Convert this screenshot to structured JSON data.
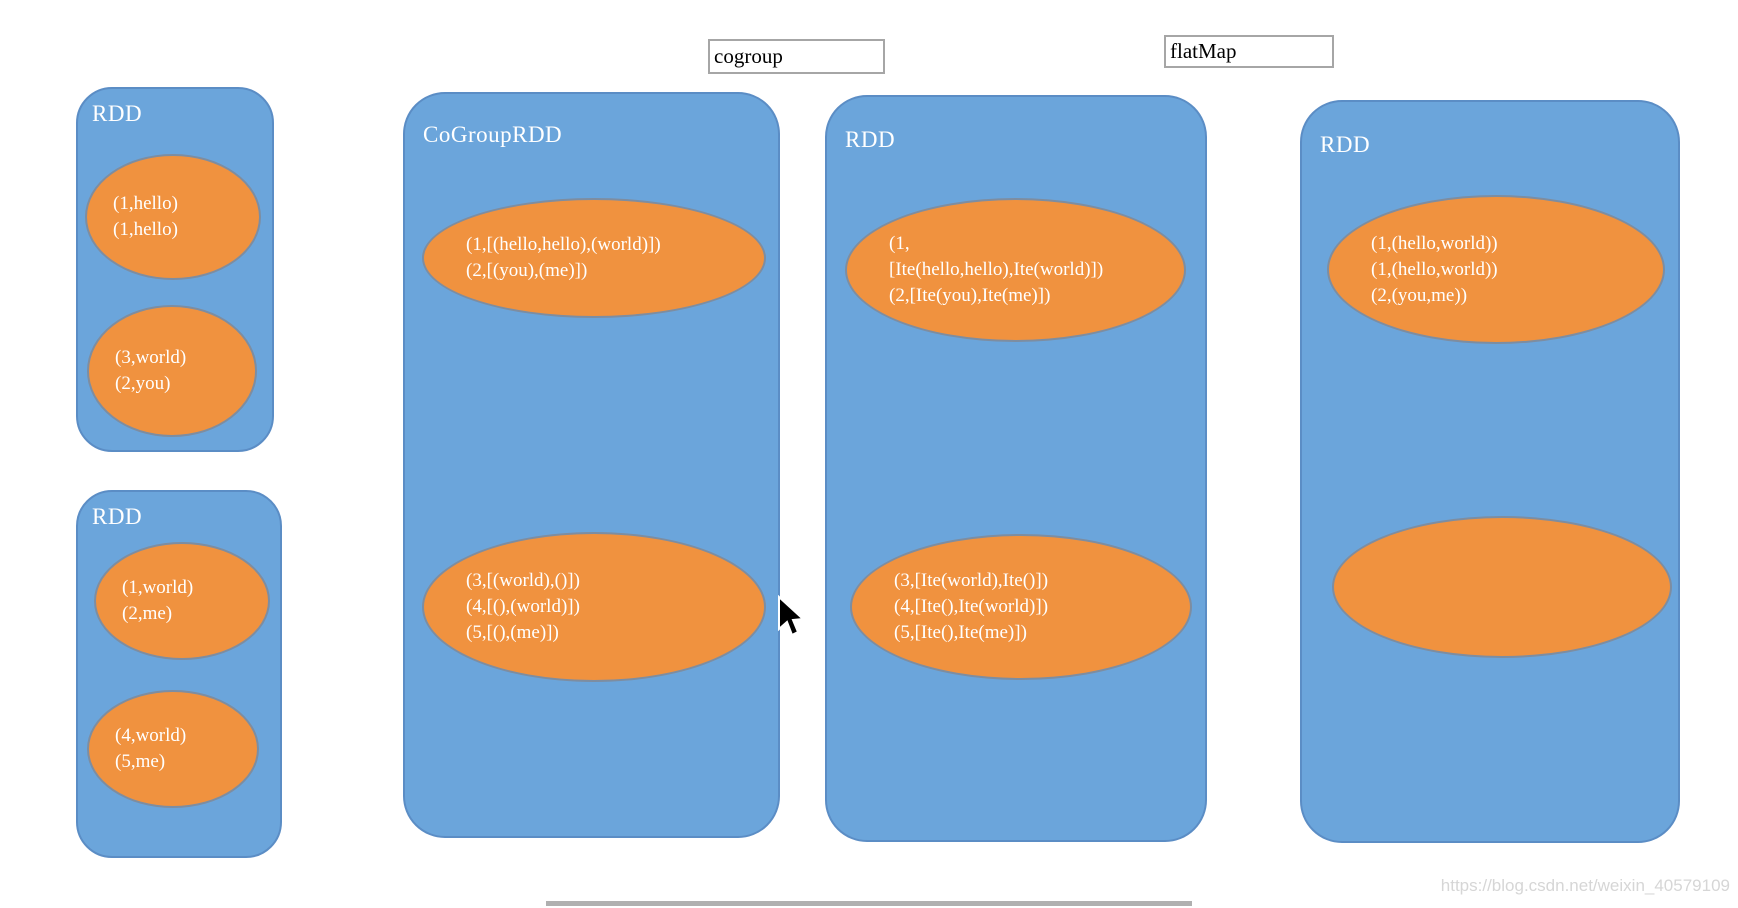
{
  "colors": {
    "container_fill": "#6BA5DB",
    "container_border": "#5B8DC5",
    "partition_fill": "#F0923F",
    "partition_border": "#7D8DA1",
    "shape_text": "#FFFFFF",
    "operation_border": "#A6A6A6",
    "watermark_text": "#D6D6D6"
  },
  "operations": {
    "cogroup": {
      "label": "cogroup"
    },
    "flatmap": {
      "label": "flatMap"
    }
  },
  "rdd1": {
    "label": "RDD",
    "p1": {
      "l1": "(1,hello)",
      "l2": "(1,hello)"
    },
    "p2": {
      "l1": "(3,world)",
      "l2": "(2,you)"
    }
  },
  "rdd2": {
    "label": "RDD",
    "p1": {
      "l1": "(1,world)",
      "l2": "(2,me)"
    },
    "p2": {
      "l1": "(4,world)",
      "l2": "(5,me)"
    }
  },
  "cogroup_rdd": {
    "label": "CoGroupRDD",
    "p1": {
      "l1": "(1,[(hello,hello),(world)])",
      "l2": "(2,[(you),(me)])"
    },
    "p2": {
      "l1": "(3,[(world),()])",
      "l2": "(4,[(),(world)])",
      "l3": "(5,[(),(me)])"
    }
  },
  "rdd3": {
    "label": "RDD",
    "p1": {
      "l1": "(1,",
      "l2": "[Ite(hello,hello),Ite(world)])",
      "l3": "(2,[Ite(you),Ite(me)])"
    },
    "p2": {
      "l1": "(3,[Ite(world),Ite()])",
      "l2": "(4,[Ite(),Ite(world)])",
      "l3": "(5,[Ite(),Ite(me)])"
    }
  },
  "rdd4": {
    "label": "RDD",
    "p1": {
      "l1": "(1,(hello,world))",
      "l2": "(1,(hello,world))",
      "l3": "(2,(you,me))"
    }
  },
  "watermark": {
    "text": "https://blog.csdn.net/weixin_40579109"
  }
}
